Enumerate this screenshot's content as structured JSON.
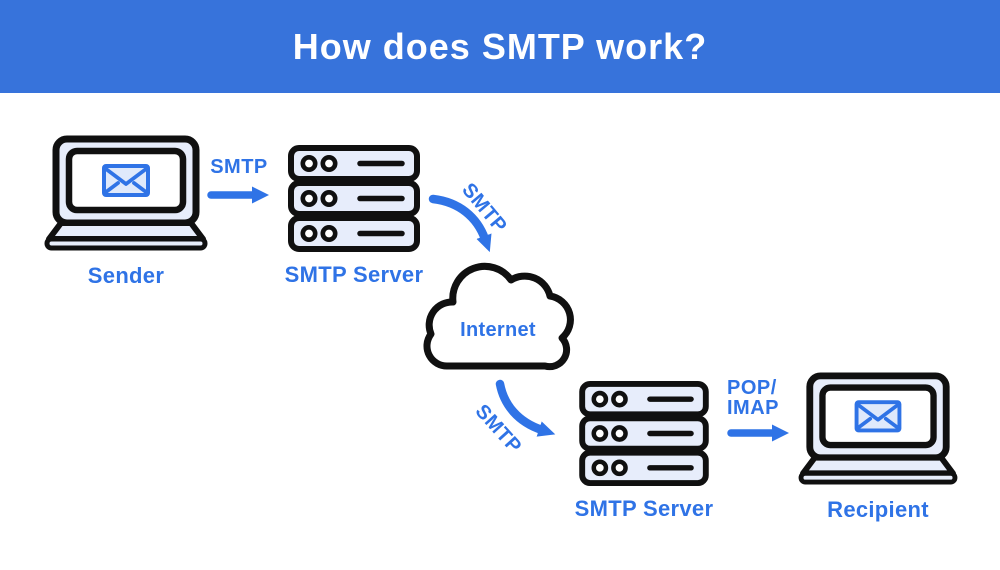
{
  "title": "How does SMTP work?",
  "colors": {
    "header_bg": "#3773DB",
    "title_color": "#FFFFFF",
    "accent": "#2F73E6",
    "node_fill": "#E7EDFB",
    "envelope_fill": "#DFE9FB",
    "outline": "#101010",
    "canvas_bg": "#FFFFFF"
  },
  "nodes": {
    "sender": {
      "label": "Sender",
      "icon": "laptop-email-icon"
    },
    "smtp_server_1": {
      "label": "SMTP Server",
      "icon": "server-stack-icon"
    },
    "internet": {
      "label": "Internet",
      "icon": "cloud-icon"
    },
    "smtp_server_2": {
      "label": "SMTP Server",
      "icon": "server-stack-icon"
    },
    "recipient": {
      "label": "Recipient",
      "icon": "laptop-email-icon"
    }
  },
  "edges": {
    "sender_to_server1": {
      "label": "SMTP",
      "style": "straight-right-arrow"
    },
    "server1_to_internet": {
      "label": "SMTP",
      "style": "curved-down-arrow"
    },
    "internet_to_server2": {
      "label": "SMTP",
      "style": "curved-down-right-arrow"
    },
    "server2_to_recipient": {
      "label_line1": "POP/",
      "label_line2": "IMAP",
      "style": "straight-right-arrow"
    }
  }
}
